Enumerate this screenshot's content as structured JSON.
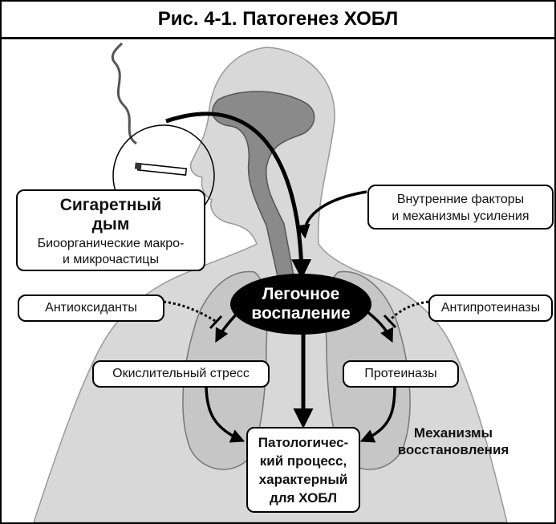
{
  "title": "Рис. 4-1. Патогенез ХОБЛ",
  "nodes": {
    "smoke_title_1": "Сигаретный",
    "smoke_title_2": "дым",
    "smoke_sub_1": "Биоорганические макро-",
    "smoke_sub_2": "и микрочастицы",
    "internal_1": "Внутренние факторы",
    "internal_2": "и механизмы усиления",
    "antioxidants": "Антиоксиданты",
    "inflammation_1": "Легочное",
    "inflammation_2": "воспаление",
    "antiproteinases": "Антипротеиназы",
    "oxidative_stress": "Окислительный стресс",
    "proteinases": "Протеиназы",
    "repair_1": "Механизмы",
    "repair_2": "восстановления",
    "pathology_1": "Патологичес-",
    "pathology_2": "кий процесс,",
    "pathology_3": "характерный",
    "pathology_4": "для ХОБЛ"
  },
  "colors": {
    "body_fill": "#d8d8d8",
    "airway_fill": "#8a8a8a",
    "outline": "#555555",
    "ellipse": "#000000"
  },
  "icons": [
    "cigarette-icon",
    "smoke-icon",
    "human-silhouette",
    "lungs"
  ]
}
